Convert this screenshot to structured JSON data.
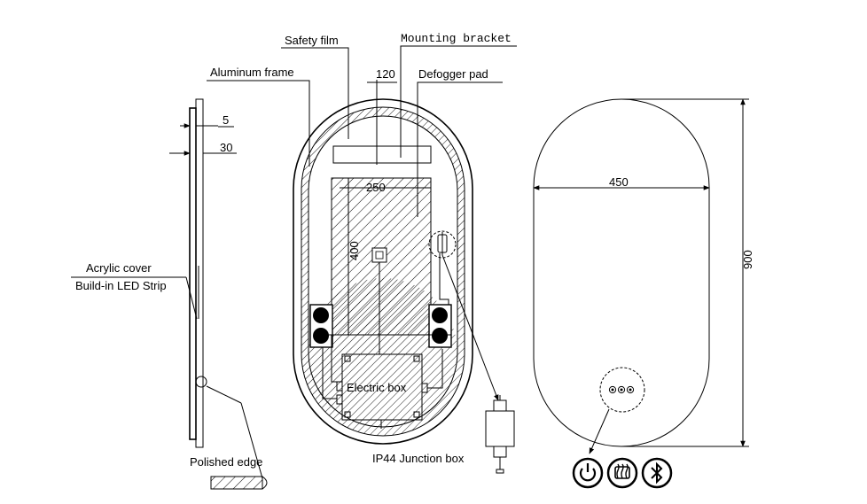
{
  "side_view": {
    "dim_thickness": "5",
    "dim_depth": "30",
    "label_acrylic": "Acrylic cover",
    "label_led": "Build-in LED Strip",
    "label_polished": "Polished edge"
  },
  "back_view": {
    "label_safety_film": "Safety film",
    "label_mounting": "Mounting bracket",
    "label_aluminum": "Aluminum frame",
    "dim_bracket": "120",
    "label_defogger": "Defogger pad",
    "dim_pad_width": "250",
    "dim_pad_height": "400",
    "label_electric_box": "Electric box",
    "label_junction": "IP44 Junction box"
  },
  "front_view": {
    "dim_width": "450",
    "dim_height": "900",
    "icons": [
      "power-icon",
      "defogger-icon",
      "bluetooth-icon"
    ]
  }
}
